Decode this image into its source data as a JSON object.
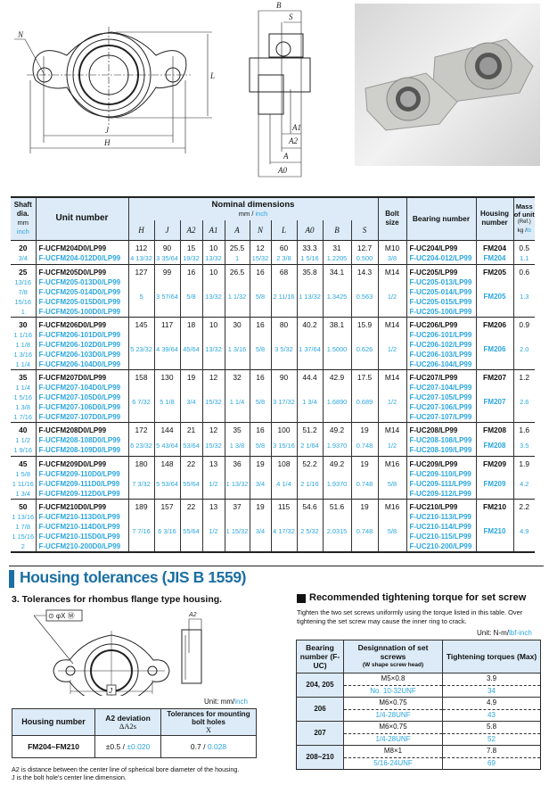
{
  "drawing": {
    "labels": {
      "N": "N",
      "J": "J",
      "H": "H",
      "L": "L",
      "B": "B",
      "S": "S",
      "A1": "A1",
      "A2": "A2",
      "A": "A",
      "A0": "A0"
    }
  },
  "table": {
    "headers": {
      "shaft": "Shaft dia.",
      "shaft_unit_mm": "mm",
      "shaft_unit_inch": "inch",
      "unit_number": "Unit number",
      "nominal": "Nominal dimensions",
      "nominal_unit_mm": "mm",
      "nominal_unit_sep": "/",
      "nominal_unit_inch": "inch",
      "dims": [
        "H",
        "J",
        "A2",
        "A1",
        "A",
        "N",
        "L",
        "A0",
        "B",
        "S"
      ],
      "bolt": "Bolt size",
      "bearing": "Bearing number",
      "housing": "Housing number",
      "mass": "Mass of unit",
      "mass_ref": "(Ref.)",
      "mass_unit_kg": "kg /",
      "mass_unit_lb": "lb"
    },
    "rows": [
      {
        "shaft_mm": "20",
        "shaft_inch": [
          "3/4"
        ],
        "unit_mm": "F-UCFM204D0/LP99",
        "unit_inch": [
          "F-UCFM204-012D0/LP99"
        ],
        "dims_mm": [
          "112",
          "90",
          "15",
          "10",
          "25.5",
          "12",
          "60",
          "33.3",
          "31",
          "12.7"
        ],
        "dims_inch": [
          "4 13/32",
          "3 35/64",
          "19/32",
          "13/32",
          "1",
          "15/32",
          "2 3/8",
          "1 5/16",
          "1.2205",
          "0.500"
        ],
        "bolt_mm": "M10",
        "bolt_inch": "3/8",
        "bearing_mm": "F-UC204/LP99",
        "bearing_inch": [
          "F-UC204-012/LP99"
        ],
        "housing": "FM204",
        "housing_inch": "FM204",
        "mass_kg": "0.5",
        "mass_lb": "1.1"
      },
      {
        "shaft_mm": "25",
        "shaft_inch": [
          "13/16",
          "7/8",
          "15/16",
          "1"
        ],
        "unit_mm": "F-UCFM205D0/LP99",
        "unit_inch": [
          "F-UCFM205-013D0/LP99",
          "F-UCFM205-014D0/LP99",
          "F-UCFM205-015D0/LP99",
          "F-UCFM205-100D0/LP99"
        ],
        "dims_mm": [
          "127",
          "99",
          "16",
          "10",
          "26.5",
          "16",
          "68",
          "35.8",
          "34.1",
          "14.3"
        ],
        "dims_inch": [
          "5",
          "3 57/64",
          "5/8",
          "13/32",
          "1 1/32",
          "5/8",
          "2 11/16",
          "1 13/32",
          "1.3425",
          "0.563"
        ],
        "bolt_mm": "M14",
        "bolt_inch": "1/2",
        "bearing_mm": "F-UC205/LP99",
        "bearing_inch": [
          "F-UC205-013/LP99",
          "F-UC205-014/LP99",
          "F-UC205-015/LP99",
          "F-UC205-100/LP99"
        ],
        "housing": "FM205",
        "housing_inch": "FM205",
        "mass_kg": "0.6",
        "mass_lb": "1.3"
      },
      {
        "shaft_mm": "30",
        "shaft_inch": [
          "1 1/16",
          "1 1/8",
          "1 3/16",
          "1 1/4"
        ],
        "unit_mm": "F-UCFM206D0/LP99",
        "unit_inch": [
          "F-UCFM206-101D0/LP99",
          "F-UCFM206-102D0/LP99",
          "F-UCFM206-103D0/LP99",
          "F-UCFM206-104D0/LP99"
        ],
        "dims_mm": [
          "145",
          "117",
          "18",
          "10",
          "30",
          "16",
          "80",
          "40.2",
          "38.1",
          "15.9"
        ],
        "dims_inch": [
          "5 23/32",
          "4 39/64",
          "45/64",
          "13/32",
          "1 3/16",
          "5/8",
          "3 5/32",
          "1 37/64",
          "1.5000",
          "0.626"
        ],
        "bolt_mm": "M14",
        "bolt_inch": "1/2",
        "bearing_mm": "F-UC206/LP99",
        "bearing_inch": [
          "F-UC206-101/LP99",
          "F-UC206-102/LP99",
          "F-UC206-103/LP99",
          "F-UC206-104/LP99"
        ],
        "housing": "FM206",
        "housing_inch": "FM206",
        "mass_kg": "0.9",
        "mass_lb": "2.0"
      },
      {
        "shaft_mm": "35",
        "shaft_inch": [
          "1 1/4",
          "1 5/16",
          "1 3/8",
          "1 7/16"
        ],
        "unit_mm": "F-UCFM207D0/LP99",
        "unit_inch": [
          "F-UCFM207-104D0/LP99",
          "F-UCFM207-105D0/LP99",
          "F-UCFM207-106D0/LP99",
          "F-UCFM207-107D0/LP99"
        ],
        "dims_mm": [
          "158",
          "130",
          "19",
          "12",
          "32",
          "16",
          "90",
          "44.4",
          "42.9",
          "17.5"
        ],
        "dims_inch": [
          "6 7/32",
          "5 1/8",
          "3/4",
          "15/32",
          "1 1/4",
          "5/8",
          "3 17/32",
          "1 3/4",
          "1.6890",
          "0.689"
        ],
        "bolt_mm": "M14",
        "bolt_inch": "1/2",
        "bearing_mm": "F-UC207/LP99",
        "bearing_inch": [
          "F-UC207-104/LP99",
          "F-UC207-105/LP99",
          "F-UC207-106/LP99",
          "F-UC207-107/LP99"
        ],
        "housing": "FM207",
        "housing_inch": "FM207",
        "mass_kg": "1.2",
        "mass_lb": "2.6"
      },
      {
        "shaft_mm": "40",
        "shaft_inch": [
          "1 1/2",
          "1 9/16"
        ],
        "unit_mm": "F-UCFM208D0/LP99",
        "unit_inch": [
          "F-UCFM208-108D0/LP99",
          "F-UCFM208-109D0/LP99"
        ],
        "dims_mm": [
          "172",
          "144",
          "21",
          "12",
          "35",
          "16",
          "100",
          "51.2",
          "49.2",
          "19"
        ],
        "dims_inch": [
          "6 23/32",
          "5 43/64",
          "53/64",
          "15/32",
          "1 3/8",
          "5/8",
          "3 15/16",
          "2 1/64",
          "1.9370",
          "0.748"
        ],
        "bolt_mm": "M14",
        "bolt_inch": "1/2",
        "bearing_mm": "F-UC208/LP99",
        "bearing_inch": [
          "F-UC208-108/LP99",
          "F-UC208-109/LP99"
        ],
        "housing": "FM208",
        "housing_inch": "FM208",
        "mass_kg": "1.6",
        "mass_lb": "3.5"
      },
      {
        "shaft_mm": "45",
        "shaft_inch": [
          "1 5/8",
          "1 11/16",
          "1 3/4"
        ],
        "unit_mm": "F-UCFM209D0/LP99",
        "unit_inch": [
          "F-UCFM209-110D0/LP99",
          "F-UCFM209-111D0/LP99",
          "F-UCFM209-112D0/LP99"
        ],
        "dims_mm": [
          "180",
          "148",
          "22",
          "13",
          "36",
          "19",
          "108",
          "52.2",
          "49.2",
          "19"
        ],
        "dims_inch": [
          "7 3/32",
          "5 53/64",
          "55/64",
          "1/2",
          "1 13/32",
          "3/4",
          "4 1/4",
          "2 1/16",
          "1.9370",
          "0.748"
        ],
        "bolt_mm": "M16",
        "bolt_inch": "5/8",
        "bearing_mm": "F-UC209/LP99",
        "bearing_inch": [
          "F-UC209-110/LP99",
          "F-UC209-111/LP99",
          "F-UC209-112/LP99"
        ],
        "housing": "FM209",
        "housing_inch": "FM209",
        "mass_kg": "1.9",
        "mass_lb": "4.2"
      },
      {
        "shaft_mm": "50",
        "shaft_inch": [
          "1 13/16",
          "1 7/8",
          "1 15/16",
          "2"
        ],
        "unit_mm": "F-UCFM210D0/LP99",
        "unit_inch": [
          "F-UCFM210-113D0/LP99",
          "F-UCFM210-114D0/LP99",
          "F-UCFM210-115D0/LP99",
          "F-UCFM210-200D0/LP99"
        ],
        "dims_mm": [
          "189",
          "157",
          "22",
          "13",
          "37",
          "19",
          "115",
          "54.6",
          "51.6",
          "19"
        ],
        "dims_inch": [
          "7 7/16",
          "6 3/16",
          "55/64",
          "1/2",
          "1 15/32",
          "3/4",
          "4 17/32",
          "2 5/32",
          "2.0315",
          "0.748"
        ],
        "bolt_mm": "M16",
        "bolt_inch": "5/8",
        "bearing_mm": "F-UC210/LP99",
        "bearing_inch": [
          "F-UC210-113/LP99",
          "F-UC210-114/LP99",
          "F-UC210-115/LP99",
          "F-UC210-200/LP99"
        ],
        "housing": "FM210",
        "housing_inch": "FM210",
        "mass_kg": "2.2",
        "mass_lb": "4.9"
      }
    ]
  },
  "tolerances": {
    "section_title": "Housing tolerances (JIS B 1559)",
    "subtitle": "3. Tolerances for rhombus flange type housing.",
    "drawing_labels": {
      "frame": "⊙ φX Ⓜ",
      "A2": "A2",
      "J": "J"
    },
    "unit_label": "Unit: mm/",
    "unit_inch": "inch",
    "headers": {
      "housing": "Housing number",
      "a2_dev": "A2 deviation",
      "a2_sym": "ΔA2s",
      "bolt_tol": "Tolerances for mounting bolt holes",
      "bolt_sym": "X"
    },
    "row": {
      "housing": "FM204~FM210",
      "a2_mm": "±0.5 /",
      "a2_inch": "±0.020",
      "x_mm": "0.7 /",
      "x_inch": "0.028"
    },
    "notes": [
      "A2 is distance between the center line of spherical bore diameter of the housing.",
      "J is the bolt hole's center line dimension."
    ]
  },
  "torque": {
    "title": "Recommended tightening torque for set screw",
    "description": "Tighten the two set screws uniformly using the torque listed in this table.  Over tightening the set screw may cause the inner ring to crack.",
    "unit_label": "Unit: N-m/",
    "unit_inch": "lbf-inch",
    "headers": {
      "bearing": "Bearing number (F-UC)",
      "designation": "Designnation of set screws",
      "designation_sub": "(W shape screw head)",
      "torque": "Tightening torques (Max)"
    },
    "rows": [
      {
        "bearing": "204, 205",
        "screw_mm": "M5×0.8",
        "screw_inch": "No. 10-32UNF",
        "torque_nm": "3.9",
        "torque_lbf": "34"
      },
      {
        "bearing": "206",
        "screw_mm": "M6×0.75",
        "screw_inch": "1/4-28UNF",
        "torque_nm": "4.9",
        "torque_lbf": "43"
      },
      {
        "bearing": "207",
        "screw_mm": "M6×0.75",
        "screw_inch": "1/4-28UNF",
        "torque_nm": "5.8",
        "torque_lbf": "52"
      },
      {
        "bearing": "208~210",
        "screw_mm": "M8×1",
        "screw_inch": "5/16-24UNF",
        "torque_nm": "7.8",
        "torque_lbf": "69"
      }
    ]
  },
  "colors": {
    "inch": "#2aa6de",
    "header_bg": "#dcebf7",
    "section": "#1b6fa2"
  }
}
